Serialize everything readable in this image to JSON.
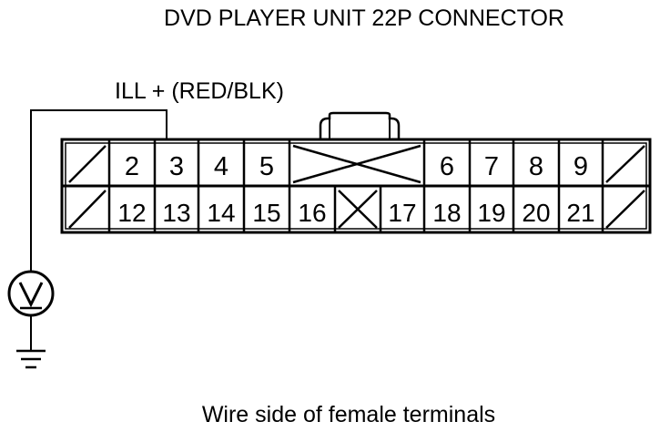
{
  "diagram": {
    "title": "DVD PLAYER UNIT 22P CONNECTOR",
    "wire_label": "ILL +  (RED/BLK)",
    "caption": "Wire side of female terminals",
    "top_row": [
      "",
      "2",
      "3",
      "4",
      "5",
      "",
      "6",
      "7",
      "8",
      "9",
      ""
    ],
    "bottom_row": [
      "",
      "12",
      "13",
      "14",
      "15",
      "16",
      "",
      "17",
      "18",
      "19",
      "20",
      "21",
      ""
    ],
    "probe_pin": "3",
    "icons": {
      "meter": "voltmeter-icon",
      "ground": "ground-icon"
    }
  }
}
